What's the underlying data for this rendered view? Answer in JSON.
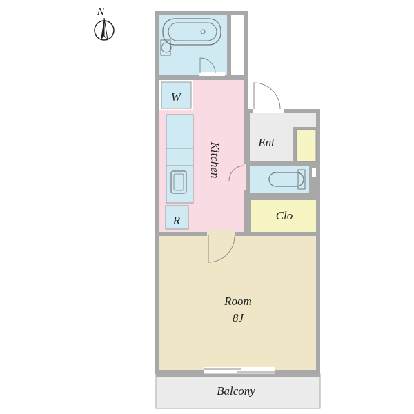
{
  "compass": {
    "label": "N",
    "icon": "north-arrow-icon"
  },
  "rooms": {
    "washer": "W",
    "kitchen": "Kitchen",
    "entrance": "Ent",
    "refrigerator": "R",
    "closet": "Clo",
    "room": {
      "name": "Room",
      "size": "8J"
    },
    "balcony": "Balcony"
  },
  "colors": {
    "wall": "#a8a8a8",
    "bath_blue": "#cfeaf2",
    "kitchen_pink": "#f9dbe3",
    "room_beige": "#efe6c8",
    "closet_yellow": "#f8f5c4",
    "entrance_gray": "#ebebeb",
    "balcony_gray": "#ececec"
  }
}
